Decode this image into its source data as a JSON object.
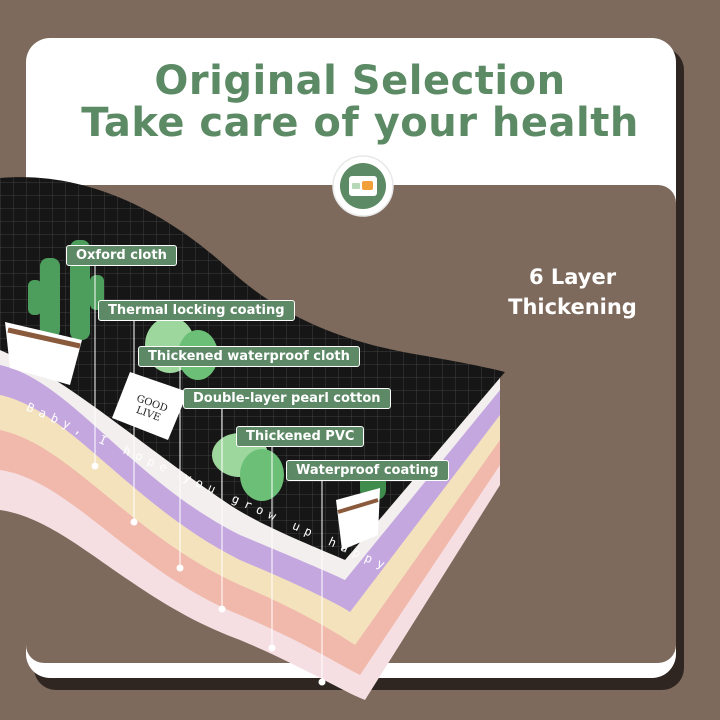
{
  "headline": {
    "line1": "Original Selection",
    "line2": "Take care of your health"
  },
  "side_text": {
    "line1": "6 Layer",
    "line2": "Thickening"
  },
  "mat_print": {
    "slogan": "Baby, I hope you grow up happy",
    "pot_text": "GOOD LIVE"
  },
  "layers": [
    {
      "name": "Oxford cloth",
      "color": "#1a1a1a"
    },
    {
      "name": "Thermal locking coating",
      "color": "#f2efee"
    },
    {
      "name": "Thickened waterproof cloth",
      "color": "#c5a7e0"
    },
    {
      "name": "Double-layer pearl cotton",
      "color": "#f4e2bd"
    },
    {
      "name": "Thickened PVC",
      "color": "#f0b9ab"
    },
    {
      "name": "Waterproof coating",
      "color": "#f6dfe2"
    }
  ],
  "colors": {
    "background": "#7d6a5c",
    "panel": "#ffffff",
    "accent_green": "#5b8a64",
    "label_green": "#5e8967"
  },
  "icons": [
    "fabric-layers-icon"
  ]
}
